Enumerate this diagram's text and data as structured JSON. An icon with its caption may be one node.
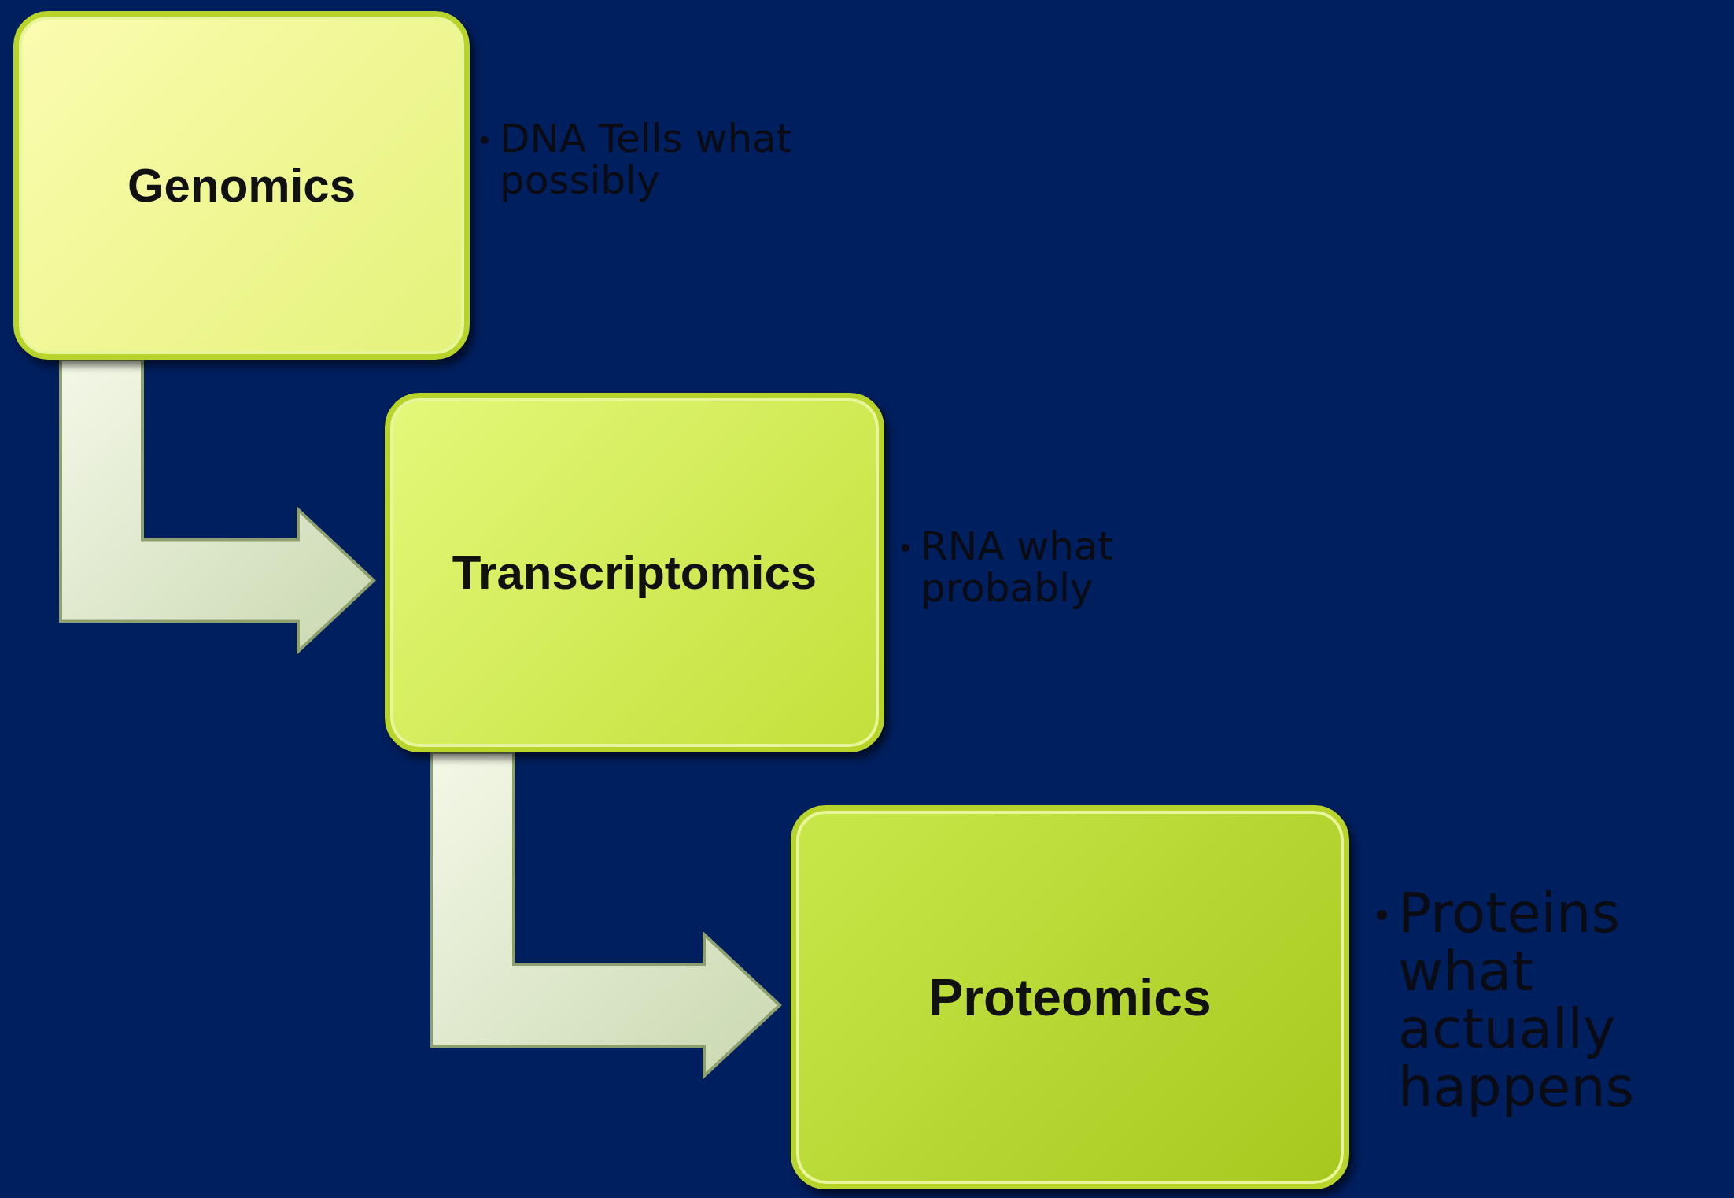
{
  "diagram": {
    "nodes": [
      {
        "text": [
          "Genomics"
        ],
        "beside": [
          "DNA Tells what possibly"
        ]
      },
      {
        "text": [
          "Transcriptomics"
        ],
        "beside": [
          "RNA what probably"
        ]
      },
      {
        "text": [
          "Proteomics"
        ],
        "beside": [
          "Proteins what actually happens"
        ]
      }
    ],
    "edges": [
      {
        "from": 0,
        "to": 1,
        "arrow": "to"
      },
      {
        "from": 1,
        "to": 2,
        "arrow": "to"
      }
    ]
  }
}
